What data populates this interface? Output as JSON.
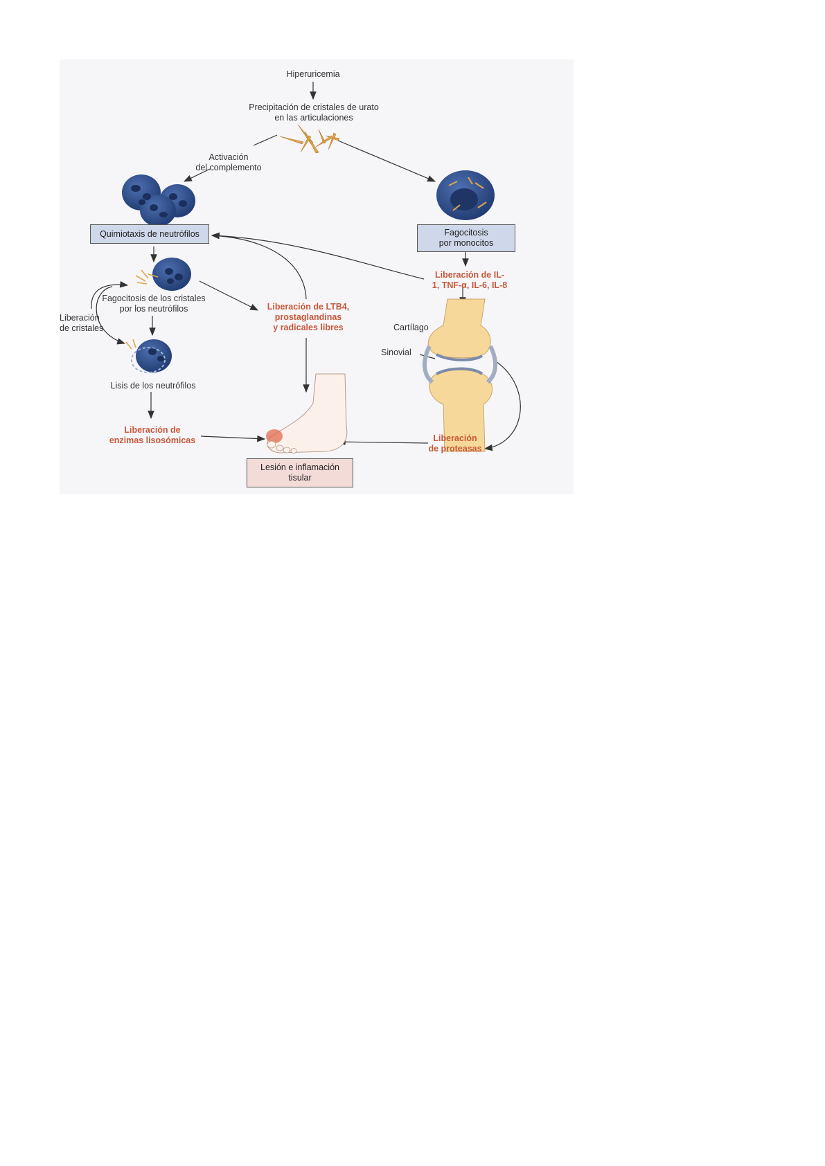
{
  "diagram": {
    "nodes": {
      "hiperuricemia": "Hiperuricemia",
      "precipitacion": "Precipitación de cristales de urato\nen las articulaciones",
      "activacion": "Activación\ndel complemento",
      "quimiotaxis": "Quimiotaxis de neutrófilos",
      "fagocitosis_monocitos": "Fagocitosis\npor monocitos",
      "liberacion_il": "Liberación de IL-\n1, TNF-α, IL-6, IL-8",
      "fagocitosis_cristales": "Fagocitosis de los cristales\npor los neutrófilos",
      "liberacion_cristales": "Liberación\nde cristales",
      "liberacion_ltb4": "Liberación de LTB4,\nprostaglandinas\ny radicales libres",
      "cartilago": "Cartílago",
      "sinovial": "Sinovial",
      "lisis": "Lisis de los neutrófilos",
      "liberacion_enzimas": "Liberación de\nenzimas lisosómicas",
      "liberacion_proteasas": "Liberación\nde proteasas",
      "lesion": "Lesión e inflamación\ntisular"
    },
    "colors": {
      "cell_blue": "#2f4f8c",
      "cell_dark": "#1e3566",
      "crystal": "#e0a64a",
      "bone": "#f6d89a",
      "label_red": "#c8583a",
      "box_blue": "#cfd8ea",
      "box_pink": "#f3dcd8"
    }
  }
}
